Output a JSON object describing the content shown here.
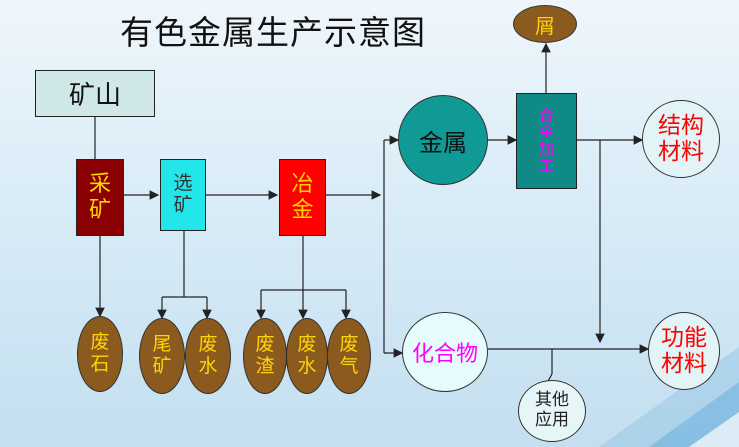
{
  "title": "有色金属生产示意图",
  "nodes": {
    "mine": "矿山",
    "mining": "采矿",
    "dressing": "选矿",
    "smelting": "冶金",
    "metal": "金属",
    "alloy": "合金加工",
    "chips": "屑",
    "structural": "结构材料",
    "functional": "功能材料",
    "compound": "化合物",
    "other_uses": "其他应用",
    "waste_rock": "废石",
    "tailings": "尾矿",
    "waste_water_1": "废水",
    "waste_slag": "废渣",
    "waste_water_2": "废水",
    "waste_gas": "废气"
  },
  "colors": {
    "mine": "#cfe7e6",
    "mining": "#8b0000",
    "dressing": "#22e6ea",
    "smelting": "#ff0000",
    "metal": "#0f9a96",
    "alloy": "#0f8a86",
    "waste": "#8b5a1e",
    "chips": "#8b5a1e",
    "compound": "#e6fbfb",
    "text_yellow": "#ffd400",
    "text_magenta": "#ff00ff",
    "text_red": "#ff0000"
  }
}
